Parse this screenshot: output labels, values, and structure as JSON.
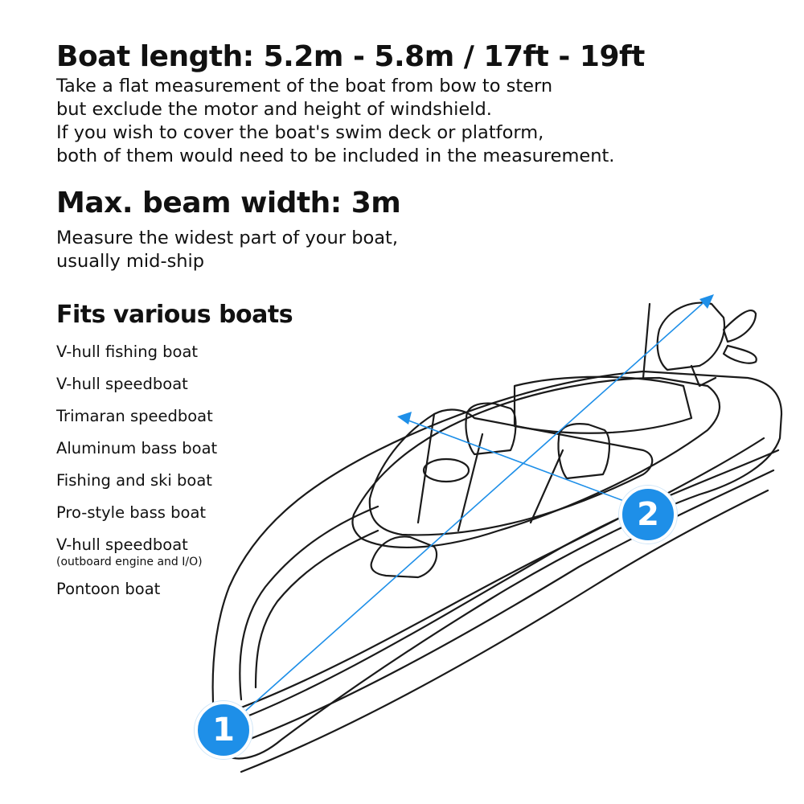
{
  "length": {
    "heading": "Boat length: 5.2m - 5.8m / 17ft - 19ft",
    "lines": [
      "Take a flat measurement of the boat from bow to stern",
      "but exclude the motor and height of windshield.",
      "If you wish to cover the boat's swim deck or platform,",
      "both of them would need to be included in the measurement."
    ]
  },
  "beam": {
    "heading": "Max. beam width: 3m",
    "lines": [
      "Measure the widest part of your boat,",
      "usually mid-ship"
    ]
  },
  "fits": {
    "heading": "Fits various boats",
    "items": [
      {
        "label": "V-hull fishing boat"
      },
      {
        "label": "V-hull speedboat"
      },
      {
        "label": "Trimaran speedboat"
      },
      {
        "label": "Aluminum bass boat"
      },
      {
        "label": "Fishing and ski boat"
      },
      {
        "label": "Pro-style bass boat"
      },
      {
        "label": "V-hull speedboat",
        "note": "(outboard engine and I/O)"
      },
      {
        "label": "Pontoon boat"
      }
    ]
  },
  "markers": {
    "bow": "1",
    "beam": "2"
  },
  "colors": {
    "accent": "#1e8fe8",
    "text": "#111111"
  }
}
